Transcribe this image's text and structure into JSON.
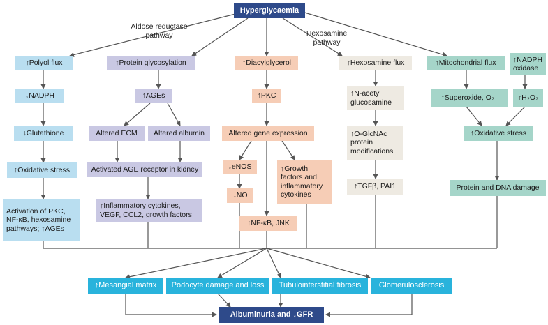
{
  "top": "Hyperglycaemia",
  "pathway_labels": {
    "aldose": "Aldose reductase\npathway",
    "hexosamine": "Hexosamine\npathway"
  },
  "aldose_column": [
    "↑Polyol flux",
    "↓NADPH",
    "↓Glutathione",
    "↑Oxidative stress",
    "Activation of PKC,\nNF-κB, hexosamine\npathways; ↑AGEs"
  ],
  "glycosylation_column": {
    "head": "↑Protein glycosylation",
    "ages": "↑AGEs",
    "ecm": "Altered ECM",
    "albumin": "Altered albumin",
    "receptor": "Activated AGE receptor in kidney",
    "cytokines": "↑Inflammatory cytokines,\nVEGF, CCL2, growth factors"
  },
  "dag_column": {
    "head": "↑Diacylglycerol",
    "pkc": "↑PKC",
    "gene": "Altered gene expression",
    "enos": "↓eNOS",
    "no": "↓NO",
    "growth": "↑Growth\nfactors and\ninflammatory\ncytokines",
    "nfkb": "↑NF-κB, JNK"
  },
  "hexosamine_column": {
    "head": "↑Hexosamine flux",
    "nacetyl": "↑N-acetyl\nglucosamine",
    "oglcnac": "↑O-GlcNAc\nprotein\nmodifications",
    "tgfb": "↑TGFβ, PAI1"
  },
  "mito_column": {
    "mito": "↑Mitochondrial flux",
    "nadph_ox": "↑NADPH\noxidase",
    "superoxide": "↑Superoxide, O₂⁻",
    "h2o2": "↑H₂O₂",
    "oxstress": "↑Oxidative stress",
    "damage": "Protein and DNA damage"
  },
  "outcomes": [
    "↑Mesangial matrix",
    "Podocyte damage and loss",
    "Tubulointerstitial fibrosis",
    "Glomerulosclerosis"
  ],
  "final": "Albuminuria and ↓GFR",
  "colors": {
    "navy": "#2e4a8a",
    "blue": "#b9def0",
    "lavender": "#c9c8e3",
    "salmon": "#f6cdb6",
    "beige": "#eeeae2",
    "teal": "#a5d5c9",
    "cyan": "#29b3dc",
    "line": "#555555"
  }
}
